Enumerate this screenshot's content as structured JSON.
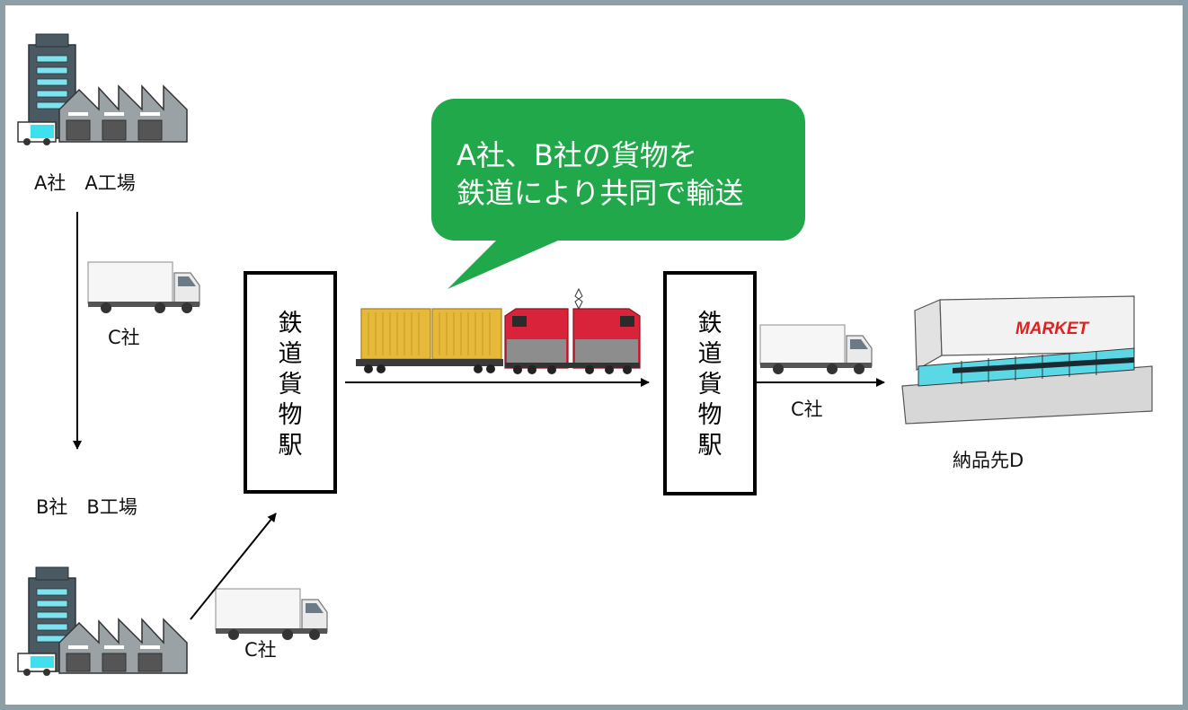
{
  "source": {
    "company_a_label": "A社　A工場",
    "company_b_label": "B社　B工場"
  },
  "carriers": {
    "truck_a_label": "C社",
    "truck_b_label": "C社",
    "truck_delivery_label": "C社"
  },
  "stations": {
    "departure": [
      "鉄",
      "道",
      "貨",
      "物",
      "駅"
    ],
    "arrival": [
      "鉄",
      "道",
      "貨",
      "物",
      "駅"
    ]
  },
  "callout": {
    "line1": "A社、B社の貨物を",
    "line2": "鉄道により共同で輸送"
  },
  "destination": {
    "label": "納品先D",
    "sign": "MARKET"
  },
  "colors": {
    "frame": "#8d9fa6",
    "callout_bg": "#21a84a",
    "container": "#e6b93a",
    "locomotive": "#d8233a"
  }
}
